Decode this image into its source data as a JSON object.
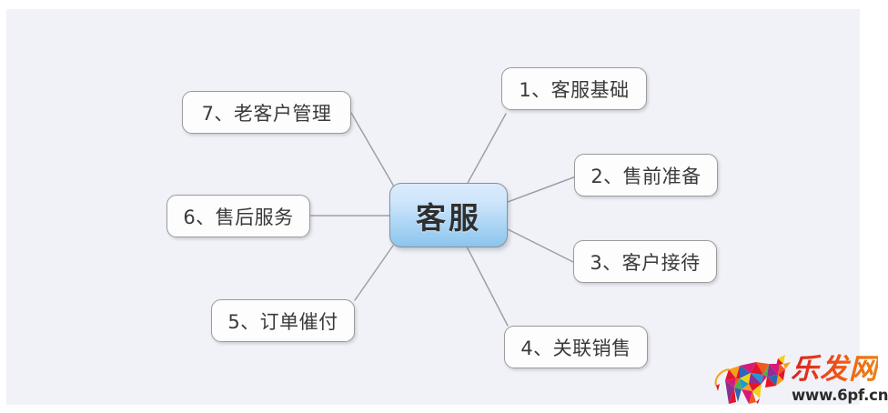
{
  "diagram": {
    "type": "mind-map",
    "title": "客服",
    "background_color": "#f1f2f7",
    "center": {
      "label": "客服",
      "fill_top": "#dbeafb",
      "fill_bottom": "#8cc5ef",
      "border_color": "#8a9097"
    },
    "connector_color": "#9ba0ab",
    "branches": [
      {
        "index": "1",
        "label": "1、客服基础",
        "name": "node-1-customer-service-basics"
      },
      {
        "index": "2",
        "label": "2、售前准备",
        "name": "node-2-presale-preparation"
      },
      {
        "index": "3",
        "label": "3、客户接待",
        "name": "node-3-customer-reception"
      },
      {
        "index": "4",
        "label": "4、关联销售",
        "name": "node-4-related-sales"
      },
      {
        "index": "5",
        "label": "5、订单催付",
        "name": "node-5-order-payment-reminder"
      },
      {
        "index": "6",
        "label": "6、售后服务",
        "name": "node-6-after-sales-service"
      },
      {
        "index": "7",
        "label": "7、老客户管理",
        "name": "node-7-existing-customer-management"
      }
    ]
  },
  "watermark": {
    "brand": "乐发网",
    "url": "www.6pf.cn",
    "brand_color": "#e8431c",
    "url_color": "#2b2b2b",
    "bull_colors": [
      "#e4152b",
      "#f0591d",
      "#f5a01b",
      "#d9197a",
      "#8e2f8f",
      "#2f66b5",
      "#1b9ad6",
      "#49b24a",
      "#f2d019"
    ]
  }
}
